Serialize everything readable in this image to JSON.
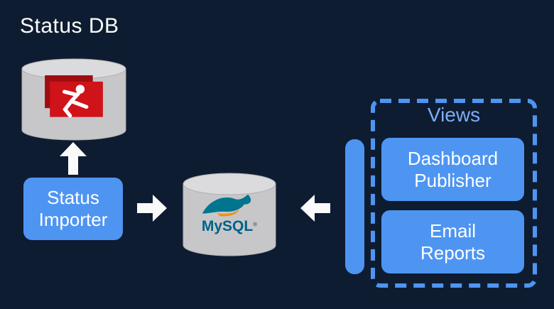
{
  "diagram": {
    "type": "architecture",
    "background": "#0e1c31",
    "labels": {
      "status_db": "Status DB",
      "status_importer": "Status\nImporter",
      "views": "Views",
      "dashboard_publisher": "Dashboard\nPublisher",
      "email_reports": "Email\nReports"
    },
    "mysql_logo": {
      "text": "MySQL",
      "mark": "®"
    },
    "icons": [
      {
        "name": "status-db-logo-icon",
        "desc": "white figure on red badge inside gray database cylinder"
      },
      {
        "name": "mysql-dolphin-icon",
        "desc": "MySQL dolphin swoosh"
      },
      {
        "name": "arrow-up-icon",
        "desc": "white arrow from Status Importer to Status DB"
      },
      {
        "name": "arrow-right-icon",
        "desc": "white arrow from Status Importer to MySQL"
      },
      {
        "name": "arrow-left-icon",
        "desc": "white arrow from Views group to MySQL"
      }
    ],
    "edges": [
      {
        "from": "status-importer",
        "to": "status-db",
        "direction": "up"
      },
      {
        "from": "status-importer",
        "to": "mysql",
        "direction": "right"
      },
      {
        "from": "views-group",
        "to": "mysql",
        "direction": "left"
      }
    ],
    "colors": {
      "node_blue": "#4e95f2",
      "views_text": "#7eadf3",
      "dashed_border": "#4e95f2",
      "connector_bar": "#4e95f2",
      "arrow": "#fafafa",
      "cylinder_body": "#c7c7c9",
      "cylinder_top": "#dbdbdd",
      "logo_red": "#d01219",
      "logo_red_dark": "#9e0d12",
      "mysql_text": "#00618a",
      "mysql_teal": "#00758f",
      "mysql_orange": "#f29111",
      "text": "#ffffff"
    }
  }
}
